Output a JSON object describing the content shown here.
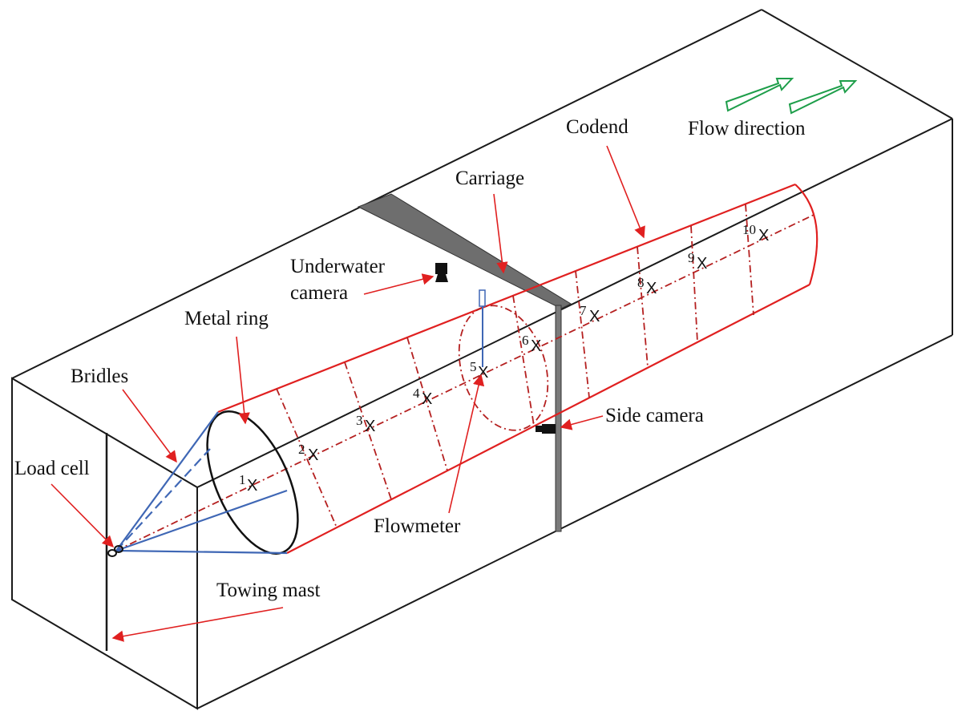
{
  "labels": {
    "codend": "Codend",
    "flow_direction": "Flow direction",
    "carriage": "Carriage",
    "underwater_camera_line1": "Underwater",
    "underwater_camera_line2": "camera",
    "metal_ring": "Metal ring",
    "bridles": "Bridles",
    "load_cell": "Load cell",
    "side_camera": "Side camera",
    "flowmeter": "Flowmeter",
    "towing_mast": "Towing mast"
  },
  "measurement_points": [
    {
      "number": "1",
      "mark": "X"
    },
    {
      "number": "2",
      "mark": "X"
    },
    {
      "number": "3",
      "mark": "X"
    },
    {
      "number": "4",
      "mark": "X"
    },
    {
      "number": "5",
      "mark": "X"
    },
    {
      "number": "6",
      "mark": "X"
    },
    {
      "number": "7",
      "mark": "X"
    },
    {
      "number": "8",
      "mark": "X"
    },
    {
      "number": "9",
      "mark": "X"
    },
    {
      "number": "10",
      "mark": "X"
    }
  ],
  "colors": {
    "tank_edges": "#1a1a1a",
    "net": "#e02020",
    "bridles": "#3f67b5",
    "flow_arrows": "#1e9e4a",
    "carriage": "#6e6e6e"
  }
}
